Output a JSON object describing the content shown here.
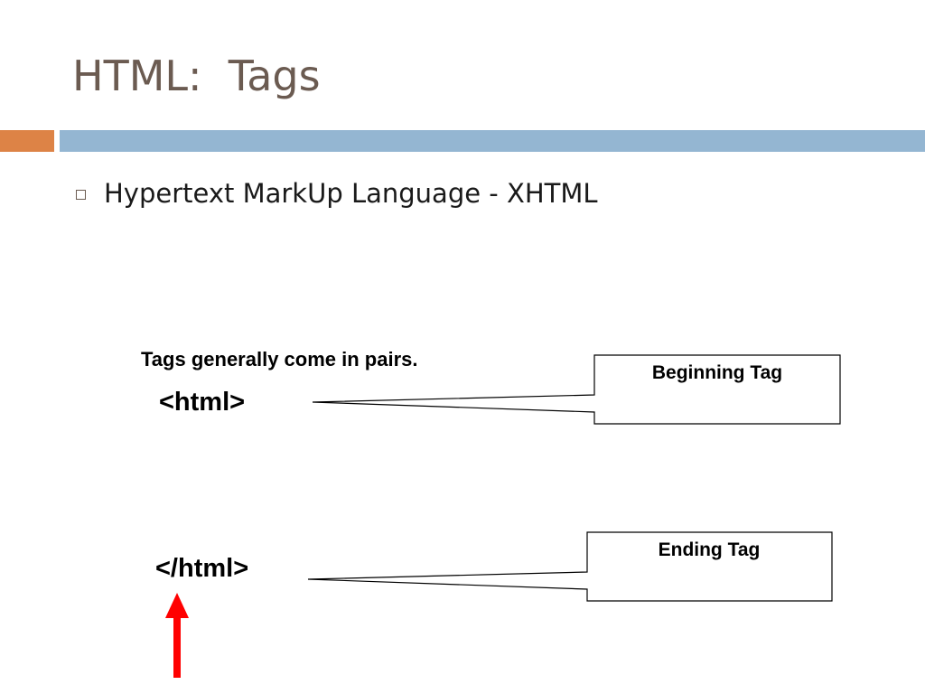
{
  "slide": {
    "title": "HTML:  Tags",
    "bullets": [
      {
        "text": "Hypertext MarkUp Language - XHTML"
      }
    ],
    "note": "Tags generally come in pairs.",
    "tags": {
      "open": "<html>",
      "close": "</html>"
    },
    "callouts": {
      "begin": "Beginning Tag",
      "end": "Ending Tag"
    }
  },
  "colors": {
    "title_text": "#6b5b51",
    "accent_orange": "#dd8346",
    "accent_blue": "#94b6d2",
    "arrow_red": "#ff0000",
    "callout_border": "#000000"
  },
  "icons": {
    "bullet": "hollow-square-bullet-icon",
    "pointer": "red-up-arrow-icon"
  }
}
